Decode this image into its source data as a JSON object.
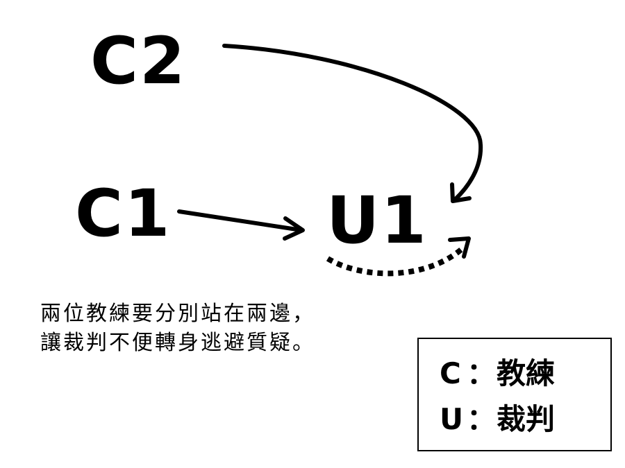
{
  "nodes": {
    "c2": "C2",
    "c1": "C1",
    "u1": "U1"
  },
  "caption": {
    "line1": "兩位教練要分別站在兩邊，",
    "line2": "讓裁判不便轉身逃避質疑。"
  },
  "legend": {
    "rows": [
      {
        "key": "C",
        "separator": "：",
        "meaning": "教練"
      },
      {
        "key": "U",
        "separator": "：",
        "meaning": "裁判"
      }
    ]
  }
}
